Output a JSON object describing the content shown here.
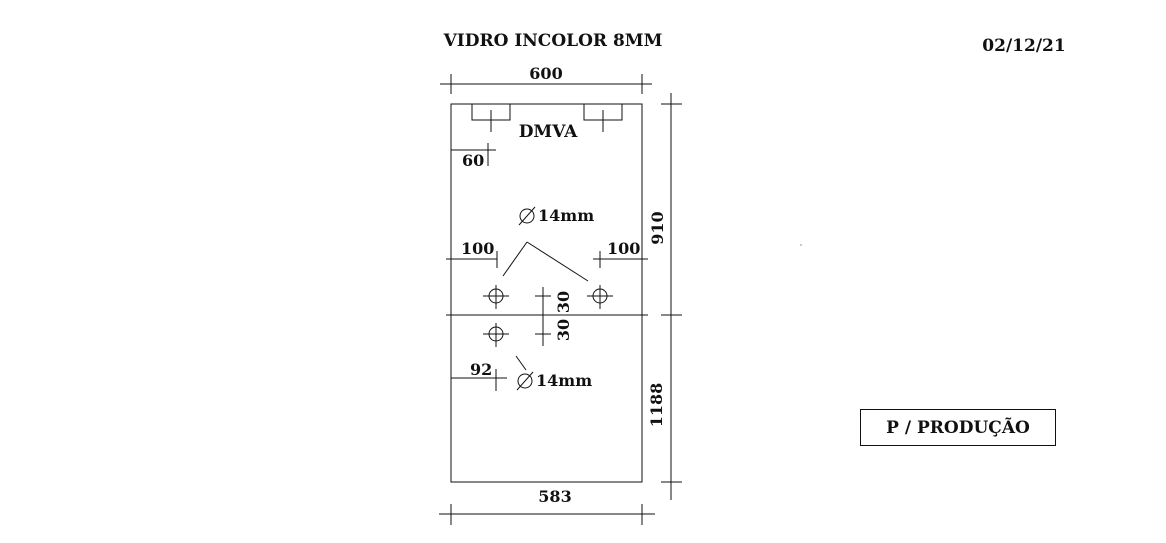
{
  "header": {
    "title": "VIDRO INCOLOR 8MM",
    "date": "02/12/21"
  },
  "panel": {
    "label": "DMVA",
    "width_top": "600",
    "width_bottom": "583",
    "height_upper": "910",
    "height_lower": "1188"
  },
  "holes": {
    "top_diameter": "14mm",
    "bottom_diameter": "14mm",
    "offset_left": "100",
    "offset_right": "100",
    "offset_lower_left": "92",
    "spacing_upper": "30",
    "spacing_lower": "30",
    "hinge_offset": "60"
  },
  "status": {
    "label": "P / PRODUÇÃO"
  },
  "colors": {
    "ink": "#111111",
    "background": "#ffffff"
  }
}
